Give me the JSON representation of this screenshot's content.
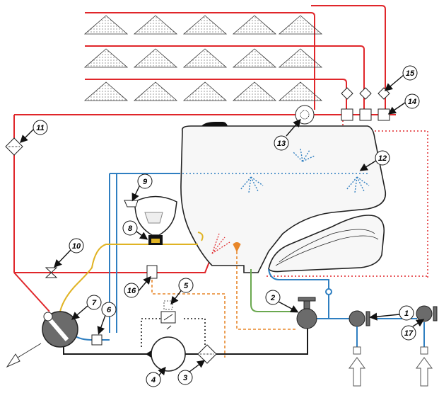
{
  "colors": {
    "pressure_line": "#e0262a",
    "return_line": "#e0262a",
    "clean_water_line": "#2f7fc1",
    "suction_line": "#1a1a1a",
    "chemical_line": "#e0b324",
    "rinse_line": "#6aa84f",
    "agitation_line": "#e8872a",
    "tank_fill": "#f7f7f7",
    "component_gray": "#6b6b6b",
    "outline": "#222222"
  },
  "callouts": [
    {
      "label": "1"
    },
    {
      "label": "2"
    },
    {
      "label": "3"
    },
    {
      "label": "4"
    },
    {
      "label": "5"
    },
    {
      "label": "6"
    },
    {
      "label": "7"
    },
    {
      "label": "8"
    },
    {
      "label": "9"
    },
    {
      "label": "10"
    },
    {
      "label": "11"
    },
    {
      "label": "12"
    },
    {
      "label": "13"
    },
    {
      "label": "14"
    },
    {
      "label": "15"
    },
    {
      "label": "16"
    },
    {
      "label": "17"
    }
  ],
  "icons": {
    "spray_fan": "spray-fan-icon",
    "inlet_arrow": "inlet-arrow-icon",
    "outlet_arrow": "outlet-arrow-icon"
  }
}
